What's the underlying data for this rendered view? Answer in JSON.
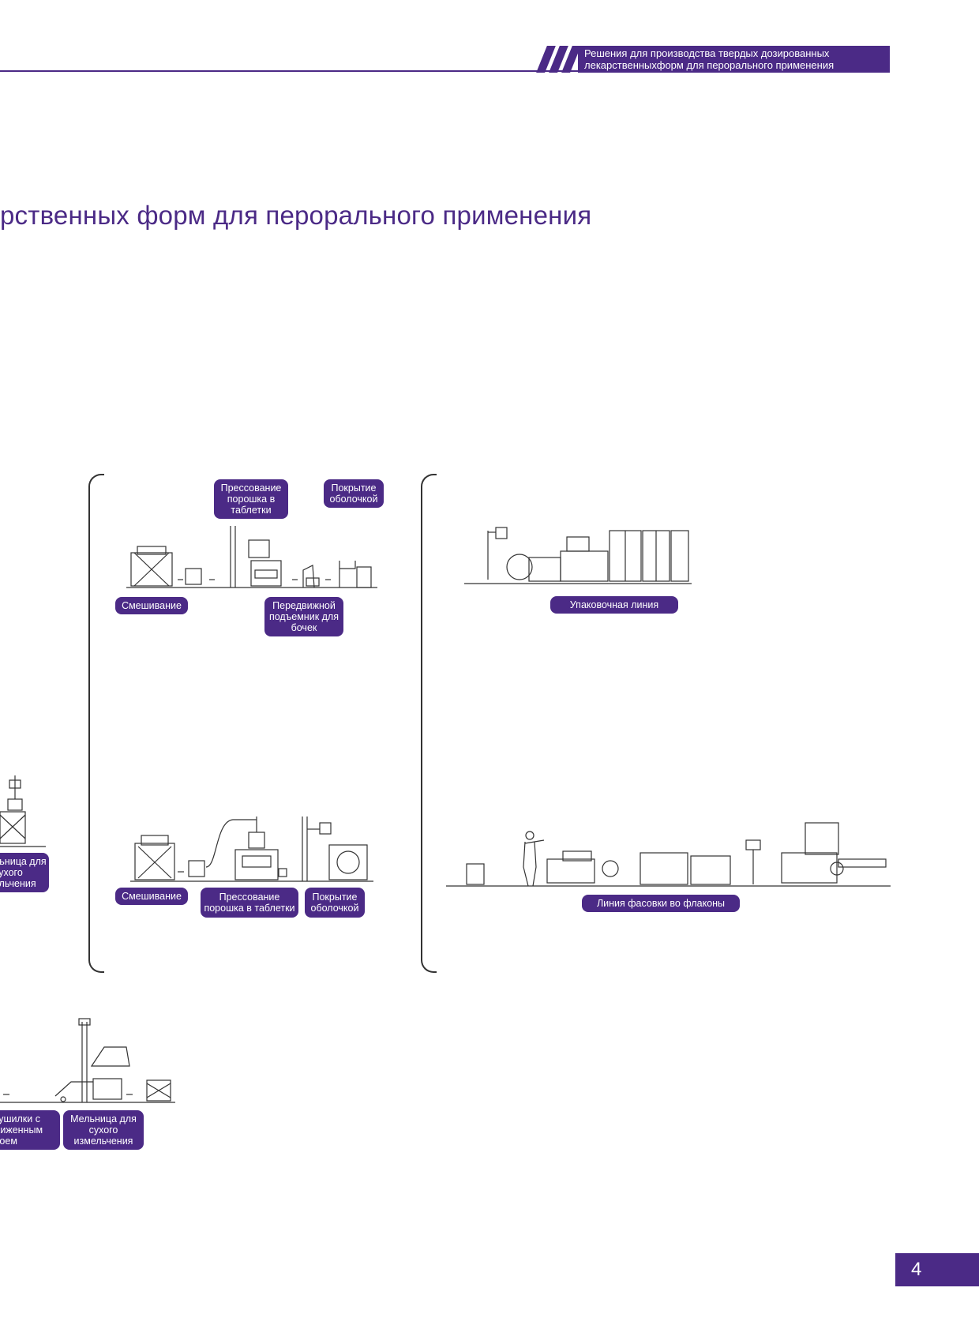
{
  "header": {
    "line1": "Решения для производства твердых дозированных",
    "line2": "лекарственныхформ для перорального применения"
  },
  "title": "рственных форм для перорального применения",
  "labels": {
    "pressing_top": "Прессование\nпорошка в\nтаблетки",
    "coating_top": "Покрытие\nоболочкой",
    "mixing_top": "Смешивание",
    "lift_top": "Передвижной\nподъемник для\nбочек",
    "packaging_line": "Упаковочная линия",
    "mill_left": "льница для\nсухого\nельчения",
    "mixing_bottom": "Смешивание",
    "pressing_bottom": "Прессование\nпорошка в таблетки",
    "coating_bottom": "Покрытие\nоболочкой",
    "bottle_line": "Линия фасовки во флаконы",
    "dryer": "сушилки с\nжиженным\nлоем",
    "mill_bottom": "Мельница для\nсухого\nизмельчения"
  },
  "page_number": "4",
  "colors": {
    "accent": "#4b2a86",
    "line": "#333333"
  }
}
